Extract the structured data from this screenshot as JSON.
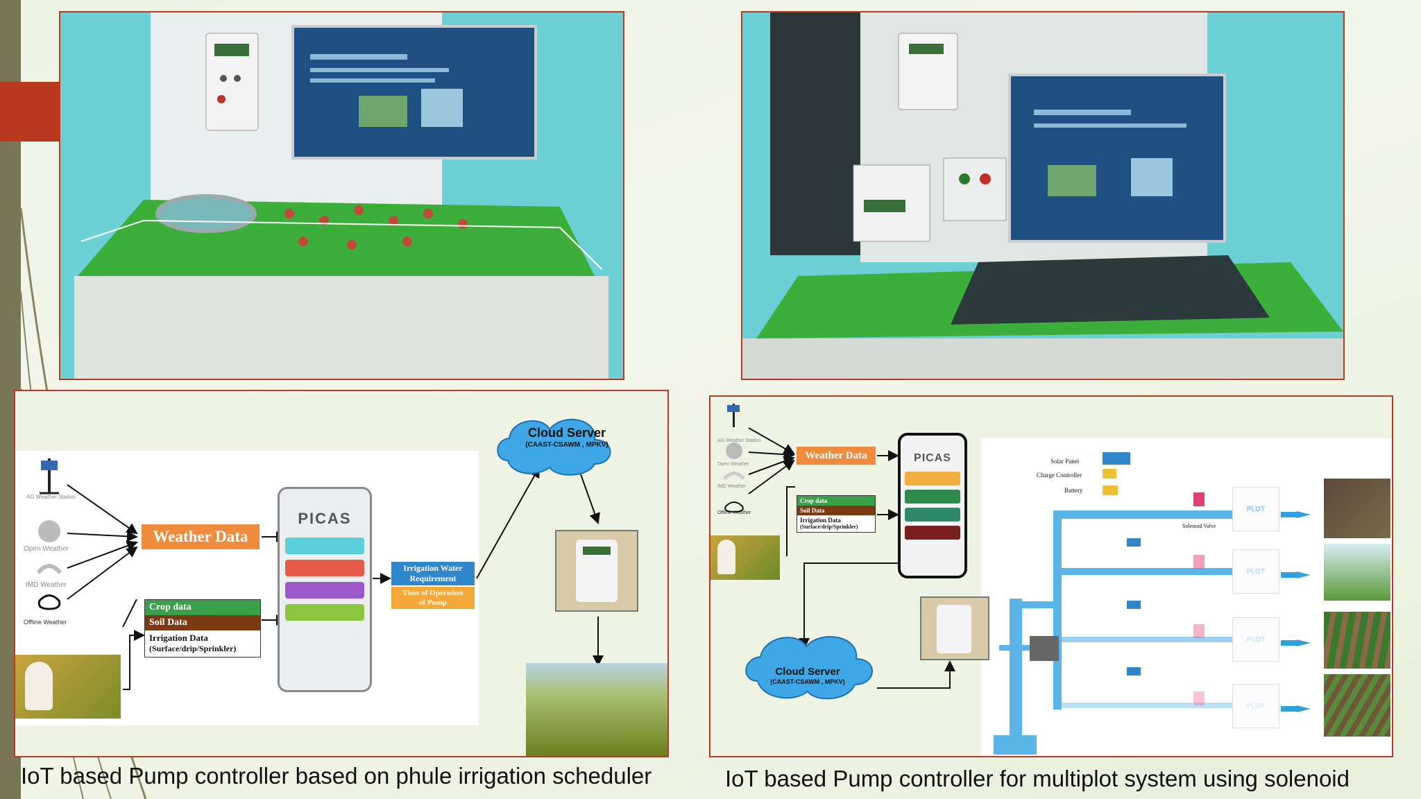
{
  "slide": {
    "colors": {
      "accent_red": "#b8391f",
      "left_bar": "#7a7556",
      "water_blue": "#5ab4e8"
    }
  },
  "left_panel": {
    "caption": "IoT based Pump controller based on phule irrigation scheduler",
    "diagram": {
      "stations": [
        "AG Weather Station",
        "Open Weather",
        "IMD Weather",
        "Offline Weather"
      ],
      "weather_data": "Weather Data",
      "crop_data": "Crop data",
      "soil_data": "Soil Data",
      "irrigation_data_line1": "Irrigation Data",
      "irrigation_data_line2": "(Surface/drip/Sprinkler)",
      "app_name": "PICAS",
      "requirement_line1": "Irrigation Water",
      "requirement_line2": "Requirement",
      "operation_line1": "Time of Operation",
      "operation_line2": "of Pump",
      "cloud_title": "Cloud Server",
      "cloud_sub": "(CAAST-CSAWM , MPKV)"
    }
  },
  "right_panel": {
    "caption": "IoT based Pump controller for multiplot system using solenoid",
    "diagram": {
      "stations": [
        "AG Weather Station",
        "Open Weather",
        "IMD Weather",
        "Offline Weather"
      ],
      "weather_data": "Weather Data",
      "crop_data": "Crop data",
      "soil_data": "Soil Data",
      "irrigation_data_line1": "Irrigation Data",
      "irrigation_data_line2": "(Surface/drip/Sprinkler)",
      "app_name": "PICAS",
      "cloud_title": "Cloud Server",
      "cloud_sub": "(CAAST-CSAWM , MPKV)",
      "solar_panel": "Solar Panel",
      "charge_controller": "Charge Controller",
      "battery": "Battery",
      "solenoid_valve": "Solenoid Valve",
      "plots": [
        "PLOT",
        "PLOT",
        "PLOT",
        "PLOT"
      ]
    }
  }
}
